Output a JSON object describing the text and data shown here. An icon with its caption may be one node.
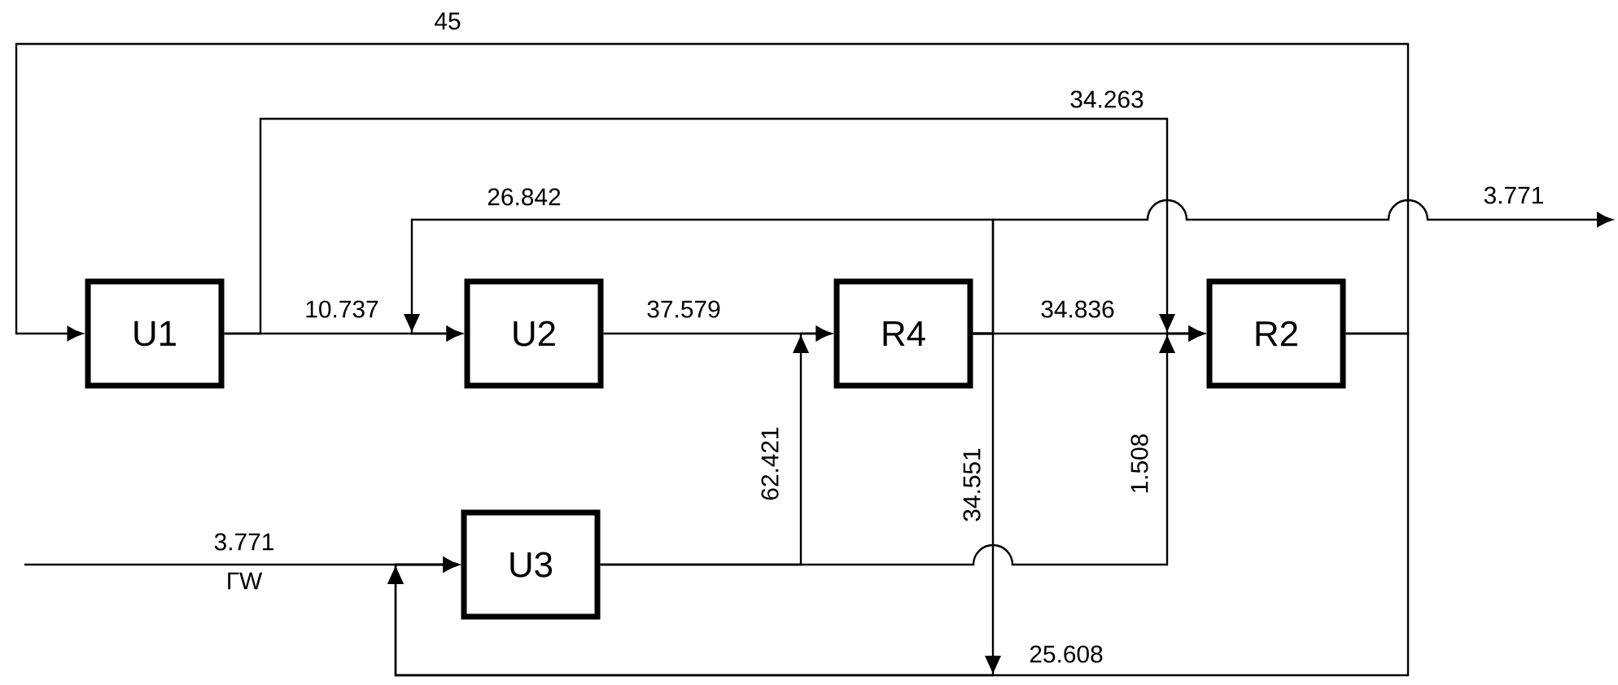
{
  "diagram": {
    "nodes": [
      {
        "text": [
          "U1"
        ]
      },
      {
        "text": [
          "U2"
        ]
      },
      {
        "text": [
          "U3"
        ]
      },
      {
        "text": [
          "R4"
        ]
      },
      {
        "text": [
          "R2"
        ]
      }
    ],
    "edges": [
      {
        "from": 4,
        "to": 0,
        "arrow": "to",
        "label": "45"
      },
      {
        "from": 0,
        "to": 1,
        "arrow": "to",
        "label": "10.737"
      },
      {
        "from": 0,
        "to": 4,
        "arrow": "to",
        "label": "34.263"
      },
      {
        "from": 3,
        "to": 1,
        "arrow": "to",
        "label": "26.842"
      },
      {
        "from": 3,
        "to": null,
        "arrow": "to",
        "label": "3.771"
      },
      {
        "from": 1,
        "to": 3,
        "arrow": "to",
        "label": "37.579"
      },
      {
        "from": 2,
        "to": 3,
        "arrow": "to",
        "label": "62.421"
      },
      {
        "from": 3,
        "to": 4,
        "arrow": "to",
        "label": "34.836"
      },
      {
        "from": 2,
        "to": 4,
        "arrow": "to",
        "label": "1.508"
      },
      {
        "from": 3,
        "to": 2,
        "arrow": "to",
        "label": "34.551"
      },
      {
        "from": 4,
        "to": 2,
        "arrow": "to",
        "label": "25.608"
      },
      {
        "from": null,
        "to": 2,
        "arrow": "to",
        "label": "3.771"
      }
    ],
    "labels": [
      "ГW"
    ]
  }
}
